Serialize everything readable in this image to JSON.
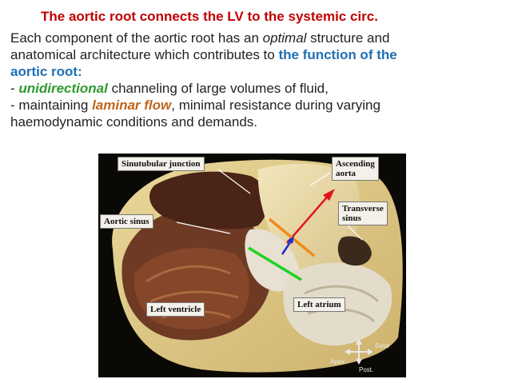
{
  "slide": {
    "title": "The aortic root connects the LV to the systemic circ.",
    "line1_a": "Each component of the aortic root has an ",
    "line1_b": "optimal",
    "line1_c": " structure and",
    "line2_a": "anatomical architecture which contributes to ",
    "line2_b": "the function of the",
    "line3": "aortic root:",
    "bullet1_a": "- ",
    "bullet1_b": "unidirectional",
    "bullet1_c": " channeling of large volumes of fluid,",
    "bullet2_a": "- maintaining ",
    "bullet2_b": "laminar flow",
    "bullet2_c": ", minimal resistance during varying",
    "line6": "haemodynamic conditions and demands."
  },
  "figure": {
    "labels": {
      "sinutubular_junction": "Sinutubular junction",
      "ascending_aorta_1": "Ascending",
      "ascending_aorta_2": "aorta",
      "aortic_sinus": "Aortic sinus",
      "transverse_sinus_1": "Transverse",
      "transverse_sinus_2": "sinus",
      "left_ventricle": "Left ventricle",
      "left_atrium": "Left atrium"
    },
    "orientation": {
      "base": "Base",
      "apex": "Apex",
      "post": "Post."
    },
    "colors": {
      "red_arrow": "#e0141a",
      "blue_arrow": "#1c2fd0",
      "orange_line": "#f08a1c",
      "green_line": "#1fd21f"
    }
  }
}
